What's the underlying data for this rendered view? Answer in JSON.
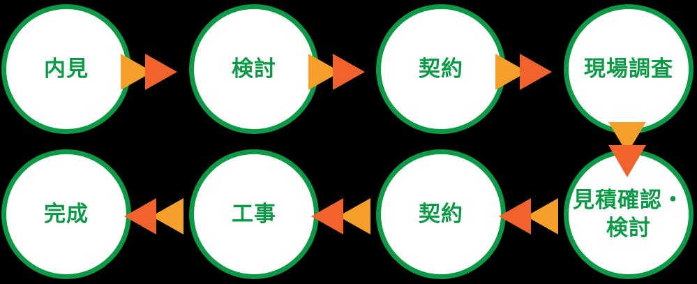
{
  "flow": {
    "title": "renovation-process-flow",
    "colors": {
      "circle_border": "#0C9A47",
      "circle_fill": "#FFFFFF",
      "label_text": "#0C9A47",
      "arrow_leading": "#F2622C",
      "arrow_trailing": "#F6A02B",
      "background": "#000000"
    },
    "steps": [
      {
        "label": "内見",
        "row": 1,
        "col": 1
      },
      {
        "label": "検討",
        "row": 1,
        "col": 2
      },
      {
        "label": "契約",
        "row": 1,
        "col": 3
      },
      {
        "label": "現場調査",
        "row": 1,
        "col": 4
      },
      {
        "label": "見積確認・検討",
        "label_line1": "見積確認・",
        "label_line2": "検討",
        "row": 2,
        "col": 4
      },
      {
        "label": "契約",
        "row": 2,
        "col": 3
      },
      {
        "label": "工事",
        "row": 2,
        "col": 2
      },
      {
        "label": "完成",
        "row": 2,
        "col": 1
      }
    ],
    "arrows": [
      {
        "from": "内見",
        "to": "検討",
        "direction": "right"
      },
      {
        "from": "検討",
        "to": "契約",
        "direction": "right"
      },
      {
        "from": "契約",
        "to": "現場調査",
        "direction": "right"
      },
      {
        "from": "現場調査",
        "to": "見積確認・検討",
        "direction": "down"
      },
      {
        "from": "見積確認・検討",
        "to": "契約",
        "direction": "left"
      },
      {
        "from": "契約",
        "to": "工事",
        "direction": "left"
      },
      {
        "from": "工事",
        "to": "完成",
        "direction": "left"
      }
    ]
  }
}
